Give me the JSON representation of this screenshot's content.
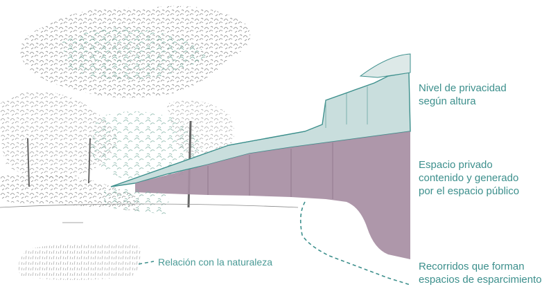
{
  "labels": {
    "privacy": {
      "line1": "Nivel de privacidad",
      "line2": "según altura"
    },
    "private_space": {
      "line1": "Espacio privado",
      "line2": "contenido y generado",
      "line3": "por el espacio público"
    },
    "paths": {
      "line1": "Recorridos que forman",
      "line2": "espacios de esparcimiento"
    },
    "nature": "Relación con la naturaleza"
  },
  "colors": {
    "accent": "#3c8f8c",
    "teal_fill": "#c9dedd",
    "mauve_fill": "#a78ea3",
    "sketch": "#6b6b6b",
    "foliage": "#8fb8ad"
  }
}
